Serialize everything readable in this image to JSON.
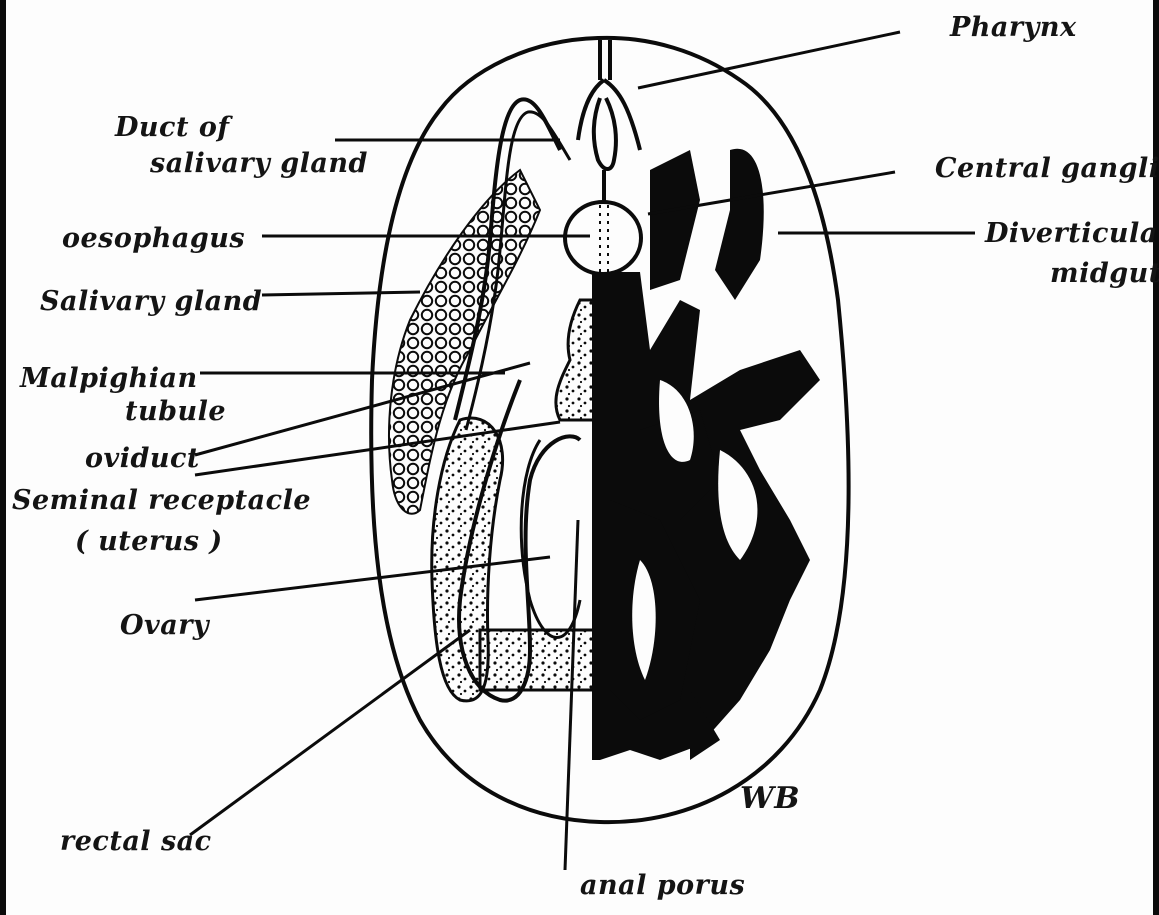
{
  "diagram": {
    "labels": {
      "pharynx": "Pharynx",
      "duct_line1": "Duct of",
      "duct_line2": "salivary gland",
      "central_ganglion": "Central ganglion",
      "oesophagus": "oesophagus",
      "diverticula_line1": "Diverticula",
      "diverticula_line2": "midgut",
      "salivary_gland": "Salivary gland",
      "malpighian_line1": "Malpighian",
      "malpighian_line2": "tubule",
      "oviduct": "oviduct",
      "seminal_line1": "Seminal receptacle",
      "seminal_line2": "( uterus )",
      "ovary": "Ovary",
      "rectal_sac": "rectal sac",
      "anal_porus": "anal porus",
      "signature": "WB"
    },
    "colors": {
      "ink": "#0b0b0b",
      "paper": "#fdfdfd"
    }
  }
}
